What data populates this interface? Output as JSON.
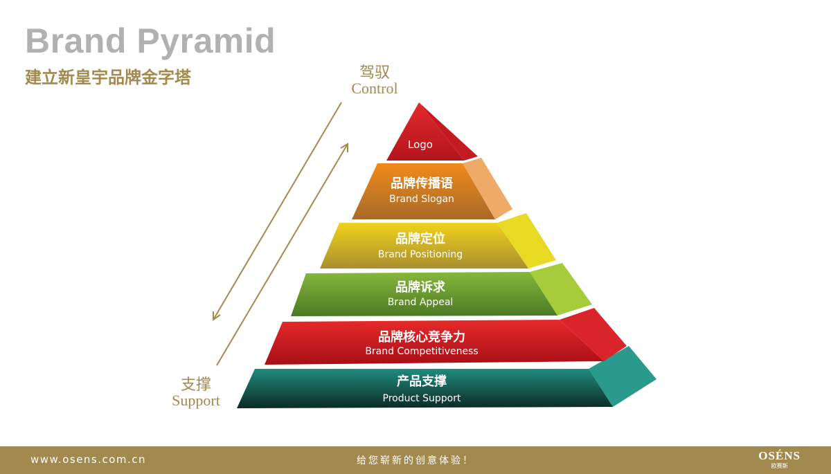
{
  "header": {
    "title": "Brand Pyramid",
    "subtitle": "建立新皇宇品牌金字塔"
  },
  "axis": {
    "top": {
      "cn": "驾驭",
      "en": "Control"
    },
    "bottom": {
      "cn": "支撑",
      "en": "Support"
    }
  },
  "pyramid": {
    "levels": [
      {
        "cn": "",
        "en": "Logo",
        "color": "#d8242a"
      },
      {
        "cn": "品牌传播语",
        "en": "Brand Slogan",
        "color": "#e89a3a"
      },
      {
        "cn": "品牌定位",
        "en": "Brand Positioning",
        "color": "#e6cd24"
      },
      {
        "cn": "品牌诉求",
        "en": "Brand Appeal",
        "color": "#8aba3a"
      },
      {
        "cn": "品牌核心竞争力",
        "en": "Brand Competitiveness",
        "color": "#d8242a"
      },
      {
        "cn": "产品支撑",
        "en": "Product Support",
        "color": "#1e9a88"
      }
    ]
  },
  "footer": {
    "url": "www.osens.com.cn",
    "slogan": "给您崭新的创意体验！",
    "logo": "OSÉNS",
    "logo_cn": "欧赛斯"
  }
}
